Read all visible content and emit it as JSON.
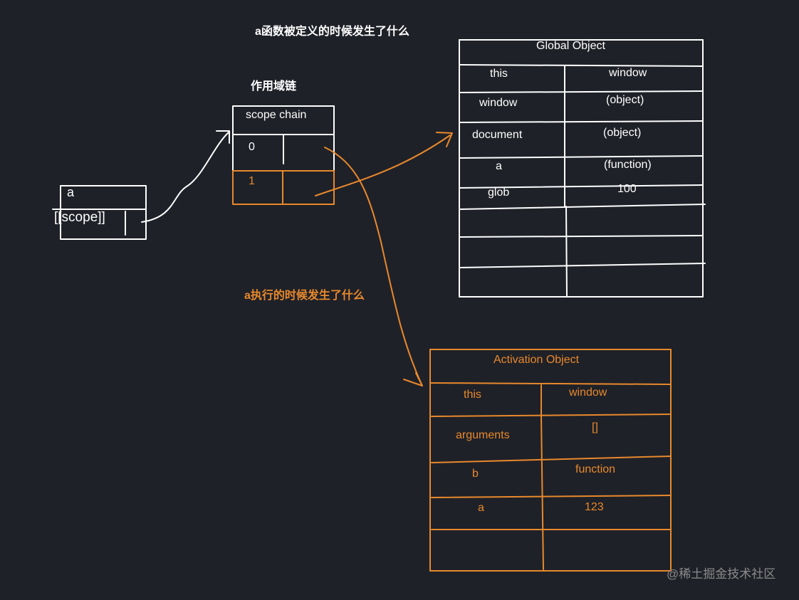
{
  "titles": {
    "defined": "a函数被定义的时候发生了什么",
    "scope_chain_cn": "作用域链",
    "executed": "a执行的时候发生了什么"
  },
  "function_box": {
    "name": "a",
    "scope_label": "[[scope]]"
  },
  "scope_chain": {
    "header": "scope chain",
    "rows": [
      "0",
      "1"
    ]
  },
  "global_object": {
    "header": "Global Object",
    "rows": [
      {
        "key": "this",
        "value": "window"
      },
      {
        "key": "window",
        "value": "(object)"
      },
      {
        "key": "document",
        "value": "(object)"
      },
      {
        "key": "a",
        "value": "(function)"
      },
      {
        "key": "glob",
        "value": "100"
      }
    ]
  },
  "activation_object": {
    "header": "Activation Object",
    "rows": [
      {
        "key": "this",
        "value": "window"
      },
      {
        "key": "arguments",
        "value": "[]"
      },
      {
        "key": "b",
        "value": "function"
      },
      {
        "key": "a",
        "value": "123"
      }
    ]
  },
  "watermark": "@稀土掘金技术社区",
  "colors": {
    "background": "#1f2128",
    "line_white": "#ffffff",
    "accent_orange": "#e8892c",
    "watermark": "#8a8a8a"
  }
}
